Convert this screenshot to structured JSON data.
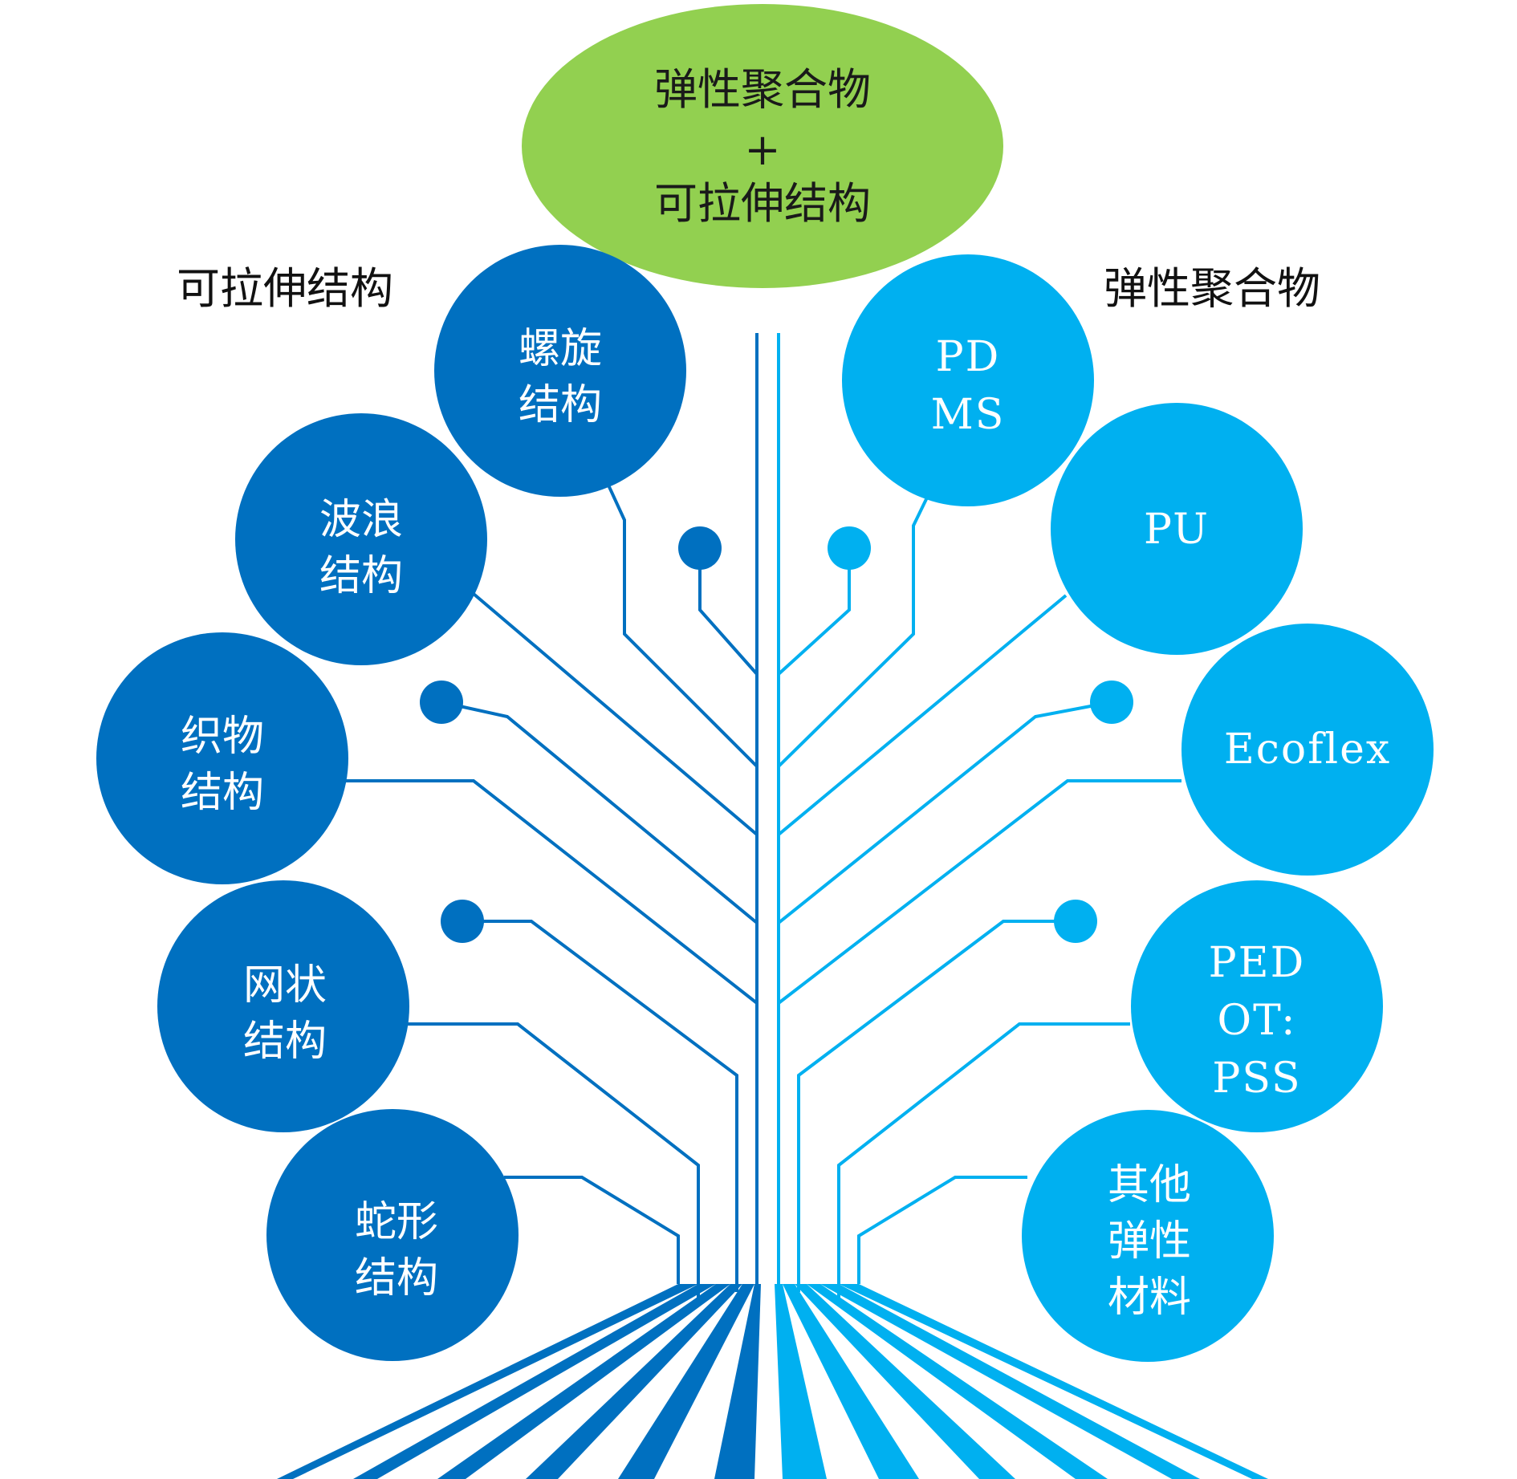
{
  "top_node": {
    "line1": "弹性聚合物",
    "plus": "+",
    "line2": "可拉伸结构",
    "color": "#92D050"
  },
  "left_heading": "可拉伸结构",
  "right_heading": "弹性聚合物",
  "colors": {
    "left_branch": "#0070C0",
    "right_branch": "#00B0F0",
    "label_text": "#FFFFFF"
  },
  "left_nodes": [
    {
      "lines": [
        "螺旋",
        "结构"
      ]
    },
    {
      "lines": [
        "波浪",
        "结构"
      ]
    },
    {
      "lines": [
        "织物",
        "结构"
      ]
    },
    {
      "lines": [
        "网状",
        "结构"
      ]
    },
    {
      "lines": [
        "蛇形",
        "结构"
      ]
    }
  ],
  "right_nodes": [
    {
      "lines": [
        "PD",
        "MS"
      ]
    },
    {
      "lines": [
        "PU"
      ]
    },
    {
      "lines": [
        "Ecoflex"
      ]
    },
    {
      "lines": [
        "PED",
        "OT:",
        "PSS"
      ]
    },
    {
      "lines": [
        "其他",
        "弹性",
        "材料"
      ]
    }
  ]
}
